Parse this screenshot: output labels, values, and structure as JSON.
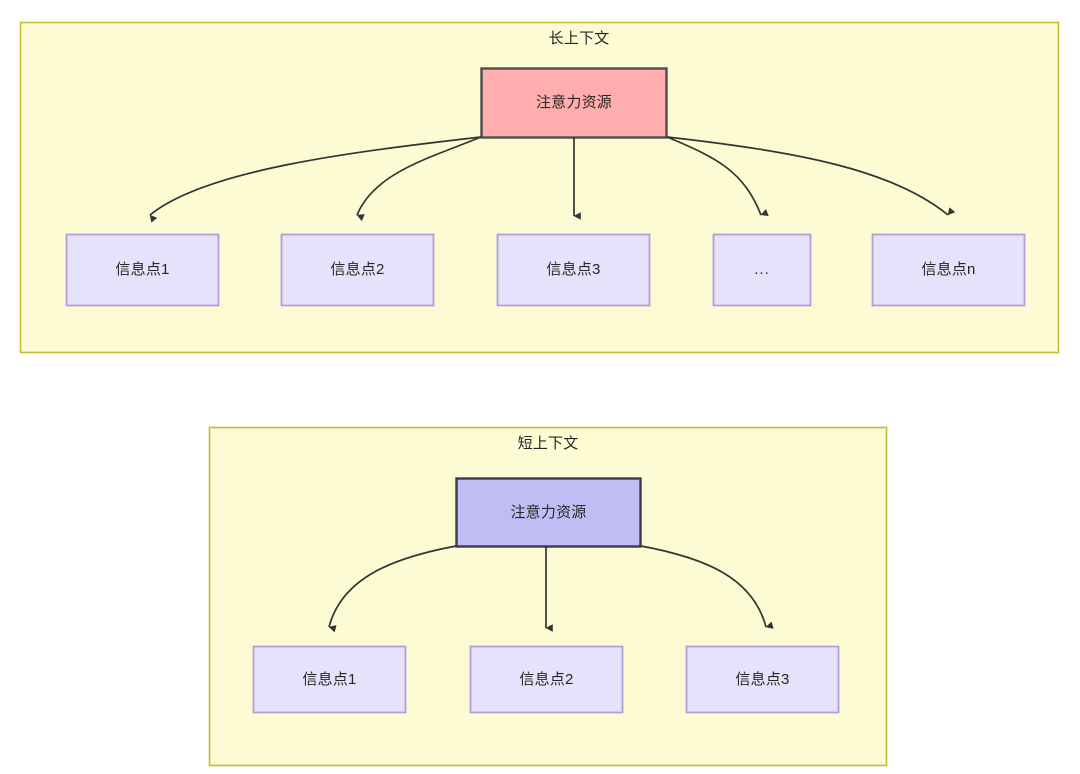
{
  "diagram": {
    "type": "flowchart",
    "background": "#ffffff",
    "palette": {
      "group_fill": "#FDFBD4",
      "group_stroke": "#BFBF30",
      "attention_long_fill": "#FFADAD",
      "attention_long_stroke": "#4D4D4D",
      "attention_short_fill": "#C2BCF5",
      "attention_short_stroke": "#3A3A4D",
      "info_fill": "#E6E2FB",
      "info_stroke": "#B39DDB",
      "edge_stroke": "#333333",
      "text_color": "#262626"
    },
    "groups": [
      {
        "id": "long-context",
        "title": "长上下文",
        "root": {
          "id": "attention-long",
          "label": "注意力资源",
          "fill": "#FFADAD",
          "stroke": "#4D4D4D"
        },
        "children": [
          {
            "id": "info-1",
            "label": "信息点1"
          },
          {
            "id": "info-2",
            "label": "信息点2"
          },
          {
            "id": "info-3",
            "label": "信息点3"
          },
          {
            "id": "info-ellipsis",
            "label": "..."
          },
          {
            "id": "info-n",
            "label": "信息点n"
          }
        ]
      },
      {
        "id": "short-context",
        "title": "短上下文",
        "root": {
          "id": "attention-short",
          "label": "注意力资源",
          "fill": "#C2BCF5",
          "stroke": "#3A3A4D"
        },
        "children": [
          {
            "id": "info-s1",
            "label": "信息点1"
          },
          {
            "id": "info-s2",
            "label": "信息点2"
          },
          {
            "id": "info-s3",
            "label": "信息点3"
          }
        ]
      }
    ]
  }
}
